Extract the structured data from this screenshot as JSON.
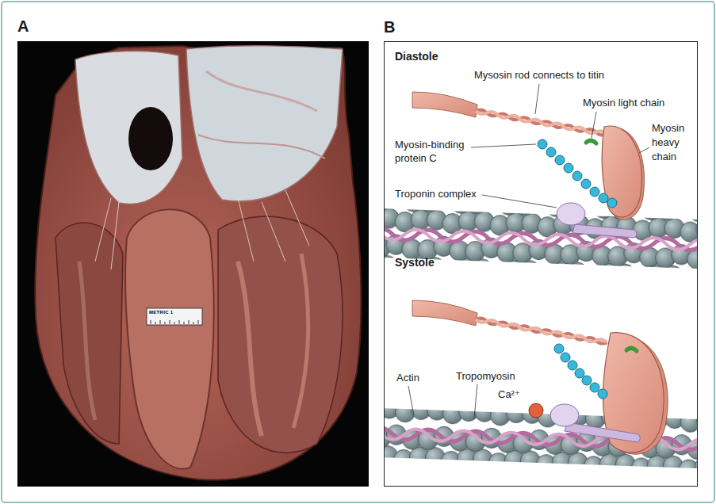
{
  "diagram": {
    "nodes": [
      {
        "text": [
          "A"
        ]
      },
      {
        "text": [
          "B"
        ]
      }
    ],
    "labels": [
      "METRIC 1",
      "Diastole",
      "Mysosin rod connects to titin",
      "Myosin light chain",
      "Myosin heavy chain",
      "Myosin-binding protein C",
      "Troponin complex",
      "Systole",
      "Actin",
      "Tropomyosin",
      "Ca²⁺"
    ]
  }
}
